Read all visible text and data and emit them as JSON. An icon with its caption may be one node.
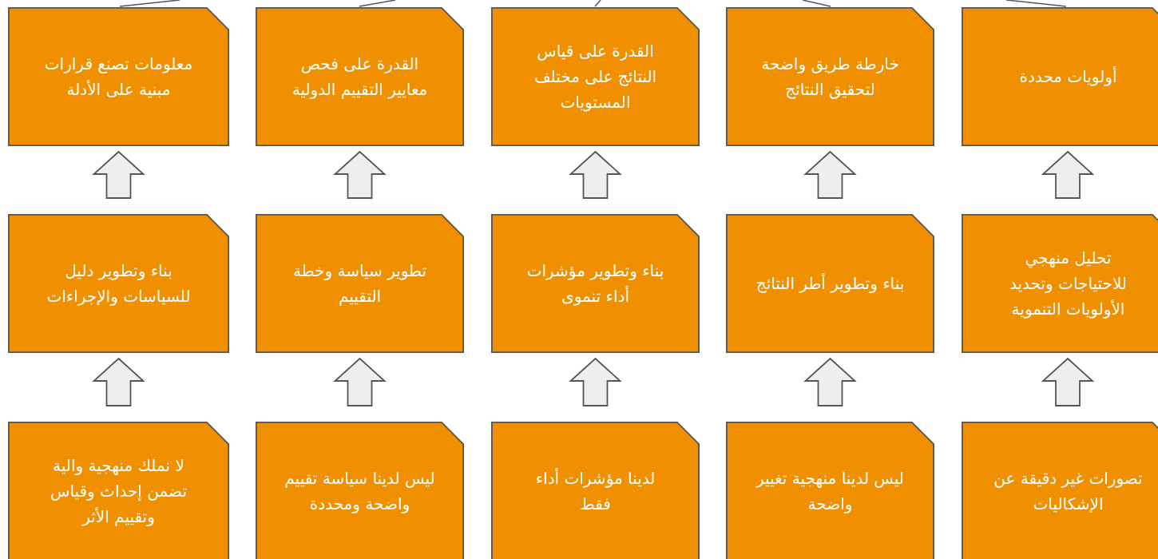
{
  "diagram": {
    "nodes": [
      {
        "text": [
          "أولويات محددة"
        ]
      },
      {
        "text": [
          "خارطة طريق واضحة لتحقيق النتائج"
        ]
      },
      {
        "text": [
          "القدرة على قياس النتائج على مختلف المستويات"
        ]
      },
      {
        "text": [
          "القدرة على فحص معايير التقييم الدولية"
        ]
      },
      {
        "text": [
          "معلومات تصنع قرارات مبنية على الأدلة"
        ]
      },
      {
        "text": [
          "تحليل منهجي للاحتياجات وتحديد الأولويات التنموية"
        ]
      },
      {
        "text": [
          "بناء وتطوير أطر النتائج"
        ]
      },
      {
        "text": [
          "بناء وتطوير مؤشرات أداء تنموى"
        ]
      },
      {
        "text": [
          "تطوير سياسة وخطة التقييم"
        ]
      },
      {
        "text": [
          "بناء وتطوير دليل للسياسات والإجراءات"
        ]
      },
      {
        "text": [
          "تصورات غير دقيقة عن الإشكاليات"
        ]
      },
      {
        "text": [
          "ليس لدينا منهجية تغيير واضحة"
        ]
      },
      {
        "text": [
          "لدينا مؤشرات أداء فقط"
        ]
      },
      {
        "text": [
          "ليس لدينا سياسة تقييم واضحة ومحددة"
        ]
      },
      {
        "text": [
          "لا نملك منهجية والية تضمن إحداث وقياس وتقييم الأثر"
        ]
      }
    ],
    "edges": [
      {
        "from": 10,
        "to": 5,
        "arrow": "to"
      },
      {
        "from": 11,
        "to": 6,
        "arrow": "to"
      },
      {
        "from": 12,
        "to": 7,
        "arrow": "to"
      },
      {
        "from": 13,
        "to": 8,
        "arrow": "to"
      },
      {
        "from": 14,
        "to": 9,
        "arrow": "to"
      },
      {
        "from": 5,
        "to": 0,
        "arrow": "to"
      },
      {
        "from": 6,
        "to": 1,
        "arrow": "to"
      },
      {
        "from": 7,
        "to": 2,
        "arrow": "to"
      },
      {
        "from": 8,
        "to": 3,
        "arrow": "to"
      },
      {
        "from": 9,
        "to": 4,
        "arrow": "to"
      },
      {
        "from": 0,
        "to": null,
        "arrow": "none"
      },
      {
        "from": 1,
        "to": null,
        "arrow": "none"
      },
      {
        "from": 2,
        "to": null,
        "arrow": "none"
      },
      {
        "from": 3,
        "to": null,
        "arrow": "none"
      },
      {
        "from": 4,
        "to": null,
        "arrow": "none"
      }
    ]
  }
}
